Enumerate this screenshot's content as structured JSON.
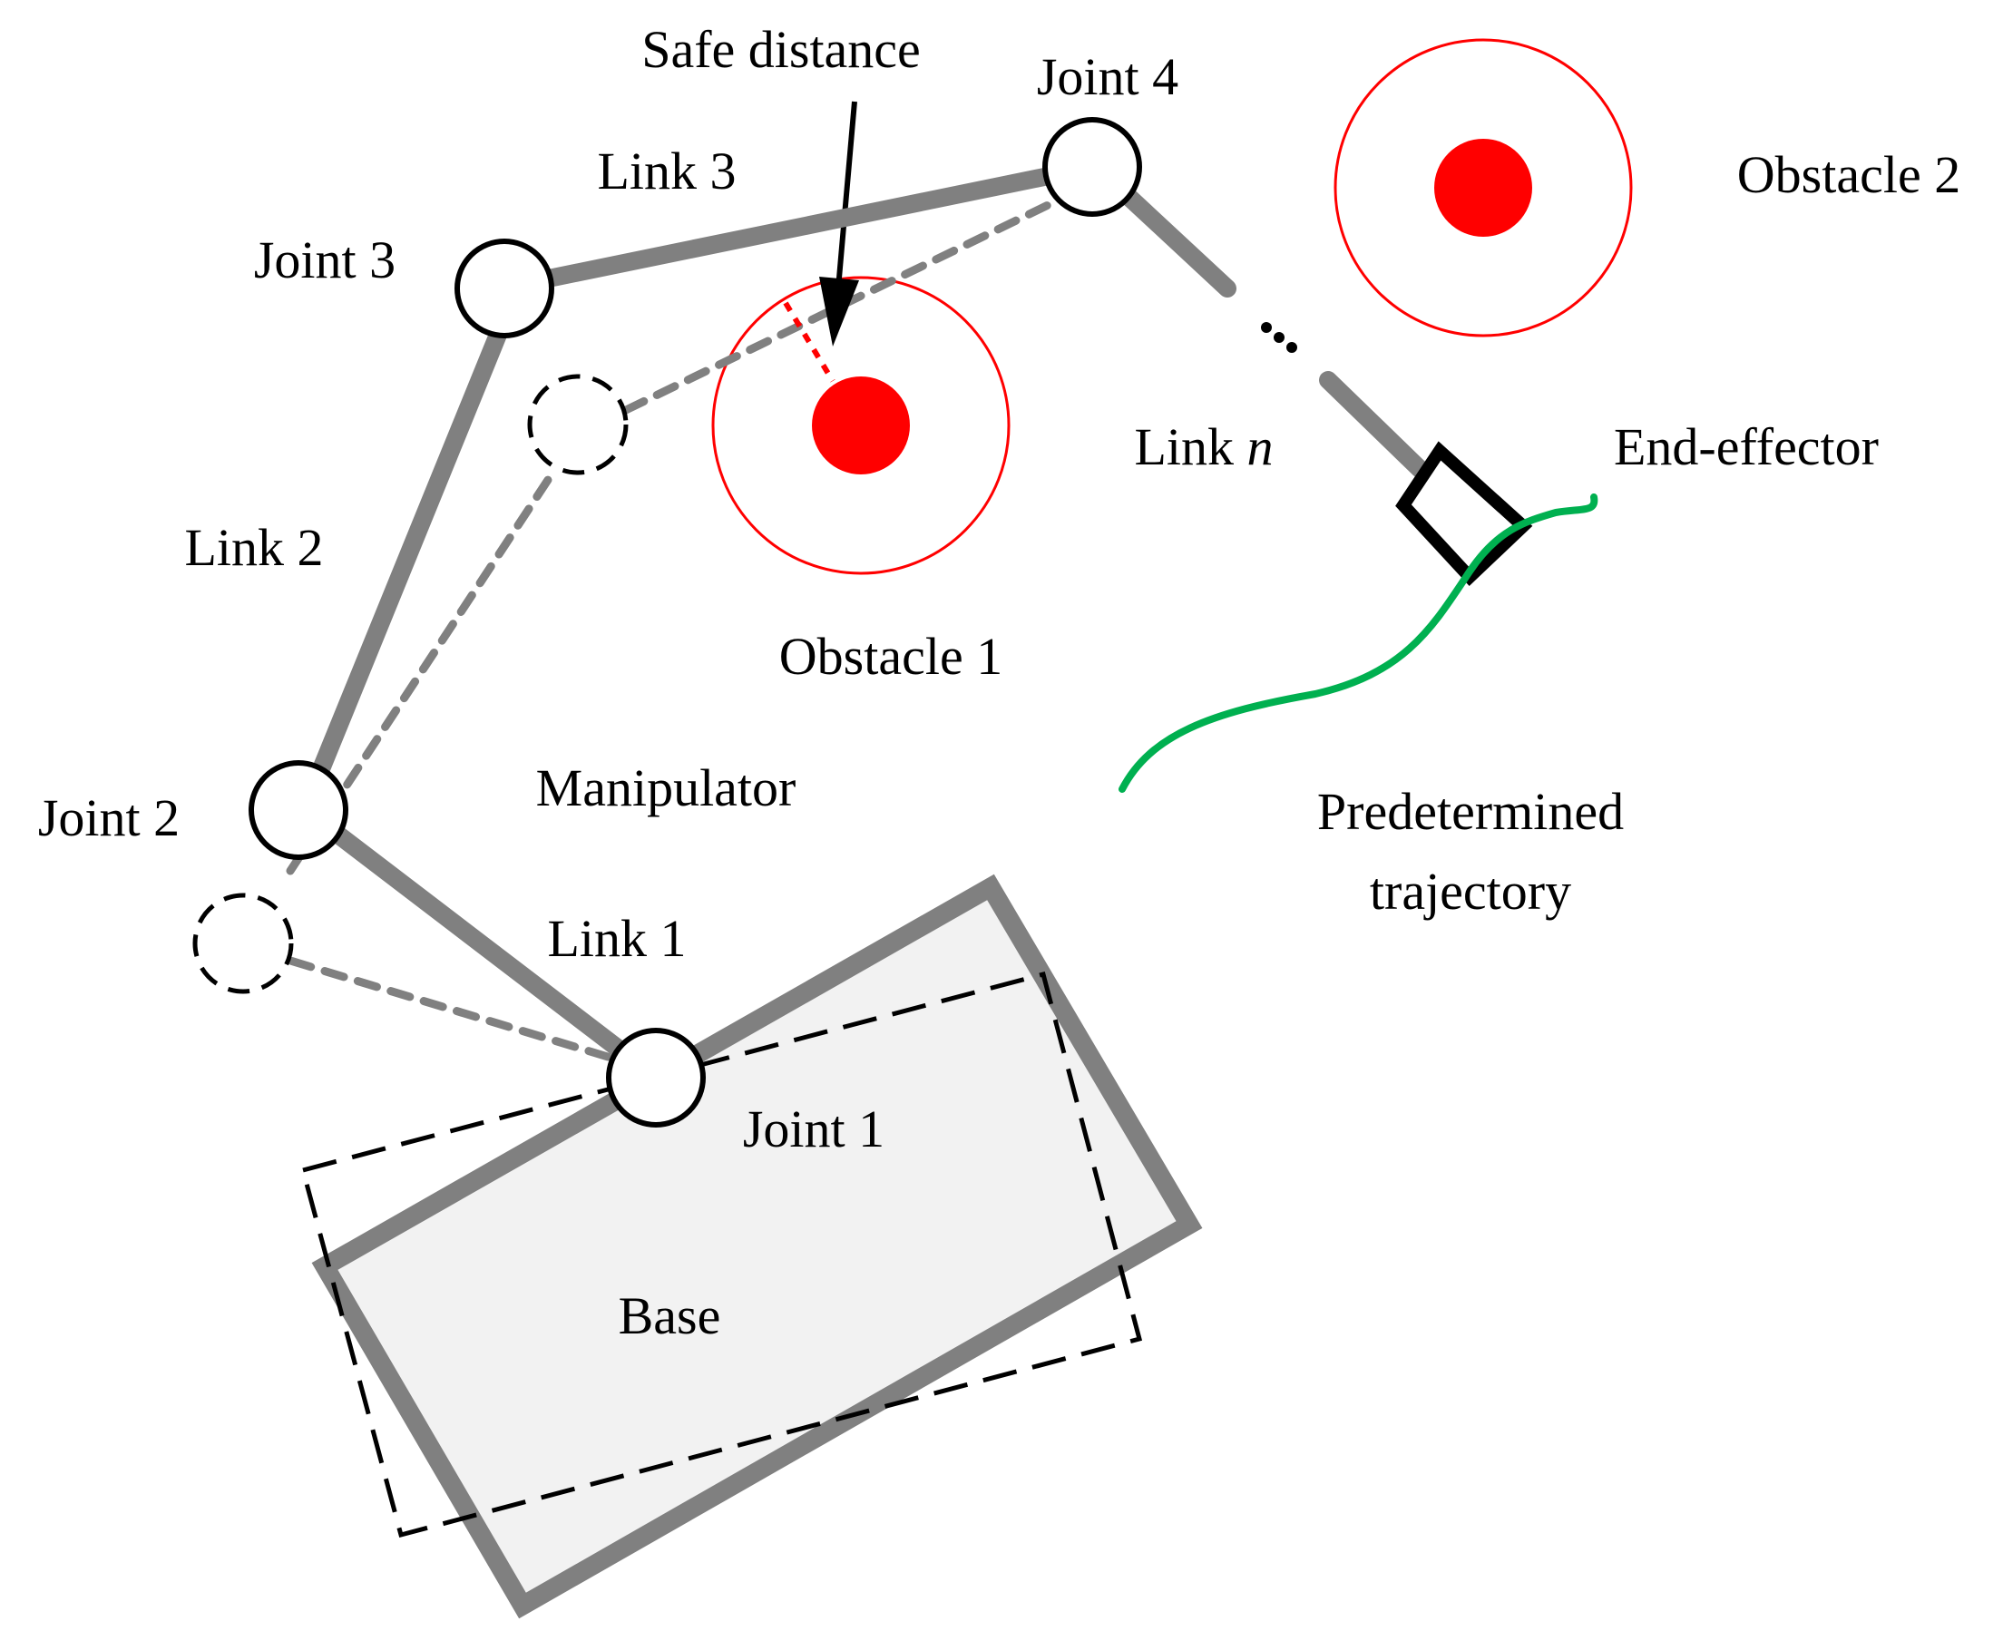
{
  "labels": {
    "safe_distance": "Safe distance",
    "joint4": "Joint 4",
    "obstacle2": "Obstacle 2",
    "link3": "Link 3",
    "joint3": "Joint 3",
    "link_n_prefix": "Link ",
    "link_n_var": "n",
    "end_effector": "End-effector",
    "link2": "Link 2",
    "obstacle1": "Obstacle 1",
    "manipulator": "Manipulator",
    "joint2": "Joint 2",
    "predetermined": "Predetermined",
    "trajectory": "trajectory",
    "link1": "Link 1",
    "joint1": "Joint 1",
    "base": "Base"
  },
  "colors": {
    "link": "#808080",
    "obstacle": "#ff0000",
    "trajectory": "#00b050",
    "base_fill": "#f2f2f2"
  }
}
